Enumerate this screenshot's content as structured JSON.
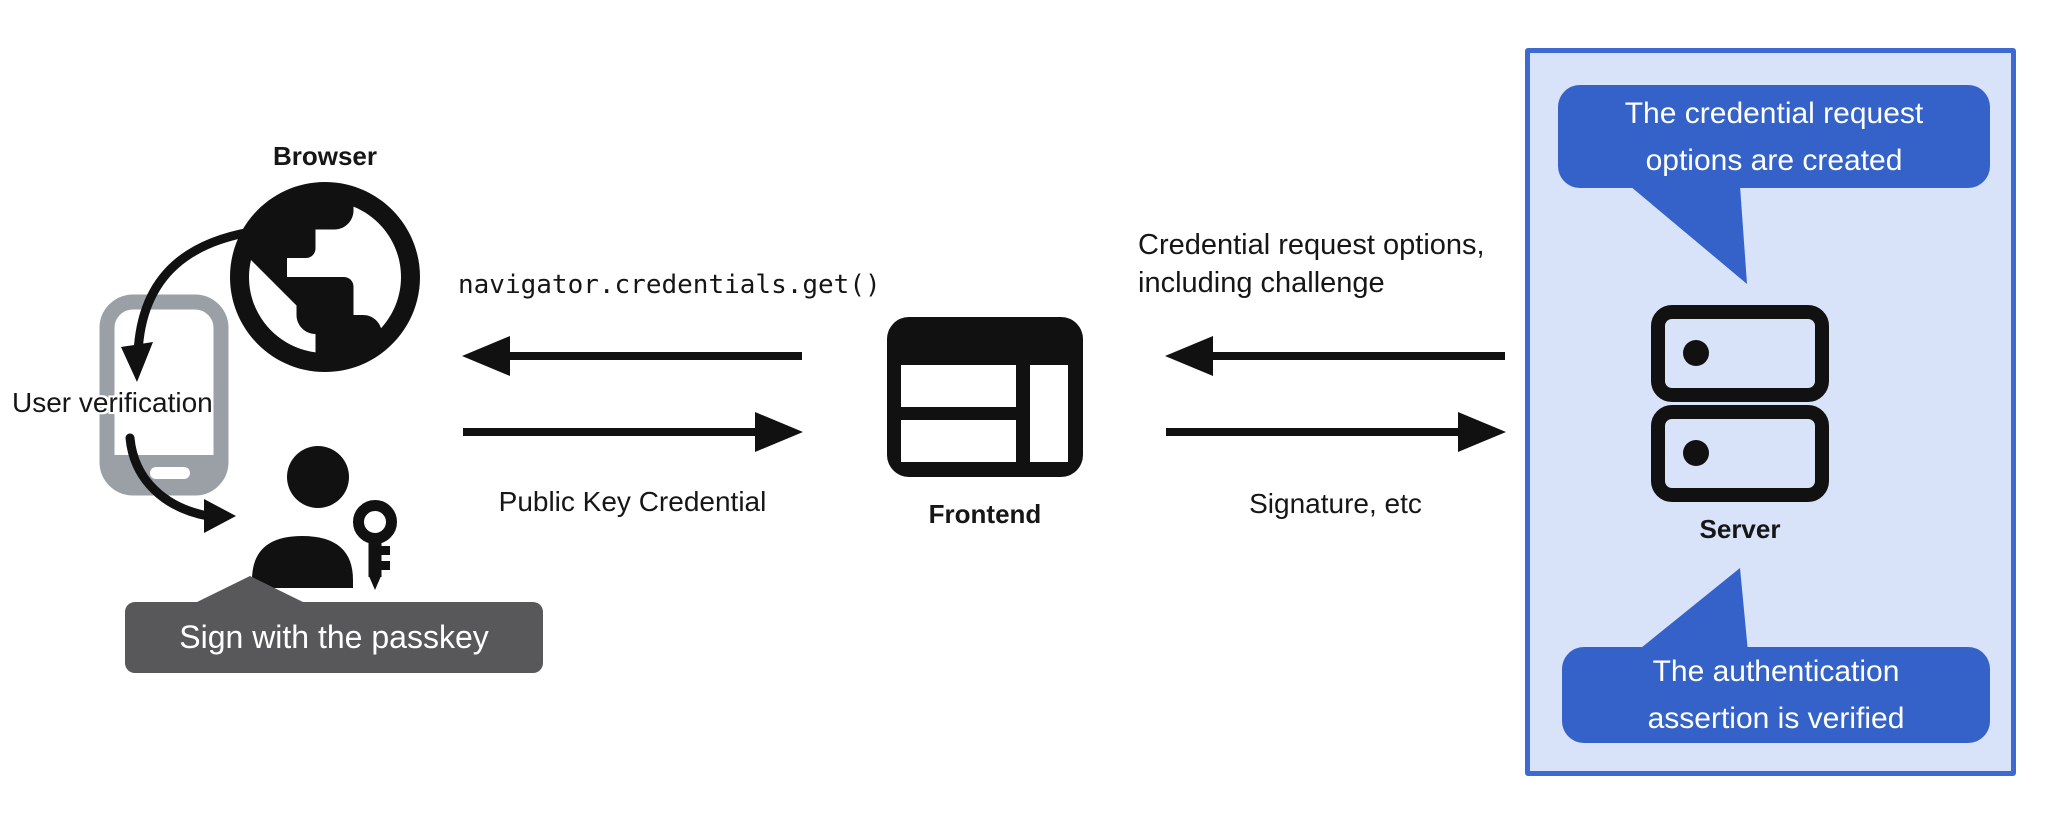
{
  "colors": {
    "accent_blue": "#3462c8",
    "panel_background": "#d8e2f9",
    "panel_border": "#3d6ad0",
    "tooltip_background": "#58585a",
    "phone_gray": "#9aa0a6",
    "ink": "#161616"
  },
  "left_group": {
    "browser_label": "Browser",
    "user_verification_label": "User verification",
    "passkey_tooltip": "Sign with the passkey"
  },
  "browser_frontend_flow": {
    "request_label": "navigator.credentials.get()",
    "response_label": "Public Key Credential"
  },
  "frontend": {
    "label": "Frontend"
  },
  "frontend_server_flow": {
    "request_label_line1": "Credential request options,",
    "request_label_line2": "including challenge",
    "response_label": "Signature, etc"
  },
  "server_panel": {
    "server_label": "Server",
    "top_callout": {
      "line1": "The credential request",
      "line2": "options are created"
    },
    "bottom_callout": {
      "line1": "The authentication",
      "line2": "assertion is verified"
    }
  },
  "icons": {
    "browser": "globe-icon",
    "verification_device": "smartphone-icon",
    "user": "person-icon",
    "passkey": "key-icon",
    "frontend": "browser-window-icon",
    "server": "server-stack-icon",
    "arrows": [
      "curved-arrow-icon",
      "flow-arrow-icon"
    ]
  }
}
